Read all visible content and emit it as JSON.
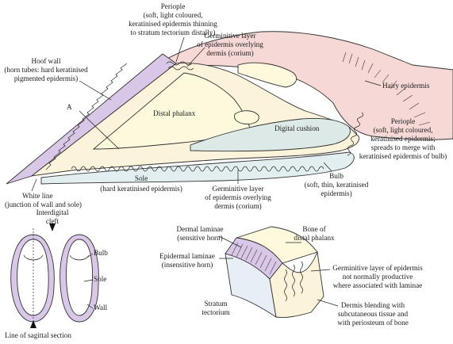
{
  "colors": {
    "hoof_wall": "#d9c7e8",
    "periople": "#f6d8d6",
    "corium": "#fbf4da",
    "bone": "#fdf9dc",
    "cushion": "#dde9e6",
    "sole": "#e3eef0",
    "outline": "#333333"
  },
  "labels": {
    "periople_top": [
      "Periople",
      "(soft, light coloured,",
      "keratinised epidermis thinning",
      "to stratum tectorium distally)"
    ],
    "germ_top": [
      "Germinitive layer",
      "of epidermis overlying",
      "dermis (corium)"
    ],
    "hoof_wall": [
      "Hoof wall",
      "(horn tubes: hard keratinised",
      "pigmented epidermis)"
    ],
    "hairy": [
      "Hairy epidermis"
    ],
    "a_marker": [
      "A"
    ],
    "distal_phalanx": [
      "Distal phalanx"
    ],
    "digital_cushion": [
      "Digital cushion"
    ],
    "periople_right": [
      "Periople",
      "(soft, light coloured,",
      "keratinised epidermis;",
      "spreads to merge with",
      "keratinised epidermis of bulb)"
    ],
    "sole": [
      "Sole",
      "(hard keratinised epidermis)"
    ],
    "germ_bottom": [
      "Germinitive layer",
      "of epidermis overlying",
      "dermis (corium)"
    ],
    "bulb": [
      "Bulb",
      "(soft, thin, keratinised",
      "epidermis)"
    ],
    "white_line": [
      "White line",
      "(junction of wall and sole)"
    ],
    "interdigital": [
      "Interdigital",
      "cleft"
    ],
    "bulb_small": [
      "Bulb"
    ],
    "sole_small": [
      "Sole"
    ],
    "wall_small": [
      "Wall"
    ],
    "sagittal": [
      "Line of sagittal section"
    ],
    "dermal_laminae": [
      "Dermal laminae",
      "(sensitive horn)"
    ],
    "bone_distal": [
      "Bone of",
      "distal phalanx"
    ],
    "epidermal_laminae": [
      "Epidermal laminae",
      "(insensitive horn)"
    ],
    "germ_laminae": [
      "Germinitive layer of epidermis",
      "not normally productive",
      "where associated with laminae"
    ],
    "stratum": [
      "Stratum",
      "tectorium"
    ],
    "dermis_blending": [
      "Dermis blending with",
      "subcutaneous tissue and",
      "with periosteum of bone"
    ]
  }
}
